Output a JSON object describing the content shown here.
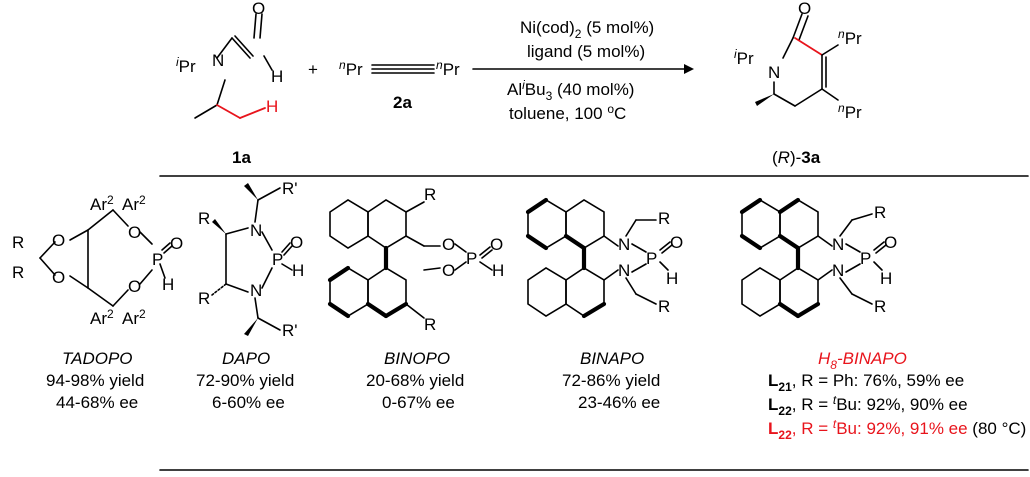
{
  "reaction": {
    "substrate_label": "1a",
    "alkyne_label": "2a",
    "product_label_prefix": "(R)-",
    "product_label_italic": "R",
    "product_label_bold": "3a",
    "conditions": {
      "line1": "Ni(cod)2 (5 mol%)",
      "line2": "ligand (5 mol%)",
      "line3": "AliBu3 (40 mol%)",
      "line4": "toluene, 100 oC"
    }
  },
  "ligands": [
    {
      "name": "TADOPO",
      "line1": "94-98% yield",
      "line2": "44-68% ee"
    },
    {
      "name": "DAPO",
      "line1": "72-90% yield",
      "line2": "6-60% ee"
    },
    {
      "name": "BINOPO",
      "line1": "20-68% yield",
      "line2": "0-67% ee"
    },
    {
      "name": "BINAPO",
      "line1": "72-86% yield",
      "line2": "23-46% ee"
    },
    {
      "name": "H8-BINAPO",
      "results": [
        {
          "ligand": "L21",
          "text": ", R = Ph: 76%, 59% ee"
        },
        {
          "ligand": "L22",
          "text": ", R = tBu: 92%, 90% ee"
        },
        {
          "ligand": "L22",
          "text": ", R = tBu: 92%, 91% ee (80 °C)"
        }
      ]
    }
  ],
  "colors": {
    "highlight": "#e8141c",
    "text": "#000000"
  }
}
